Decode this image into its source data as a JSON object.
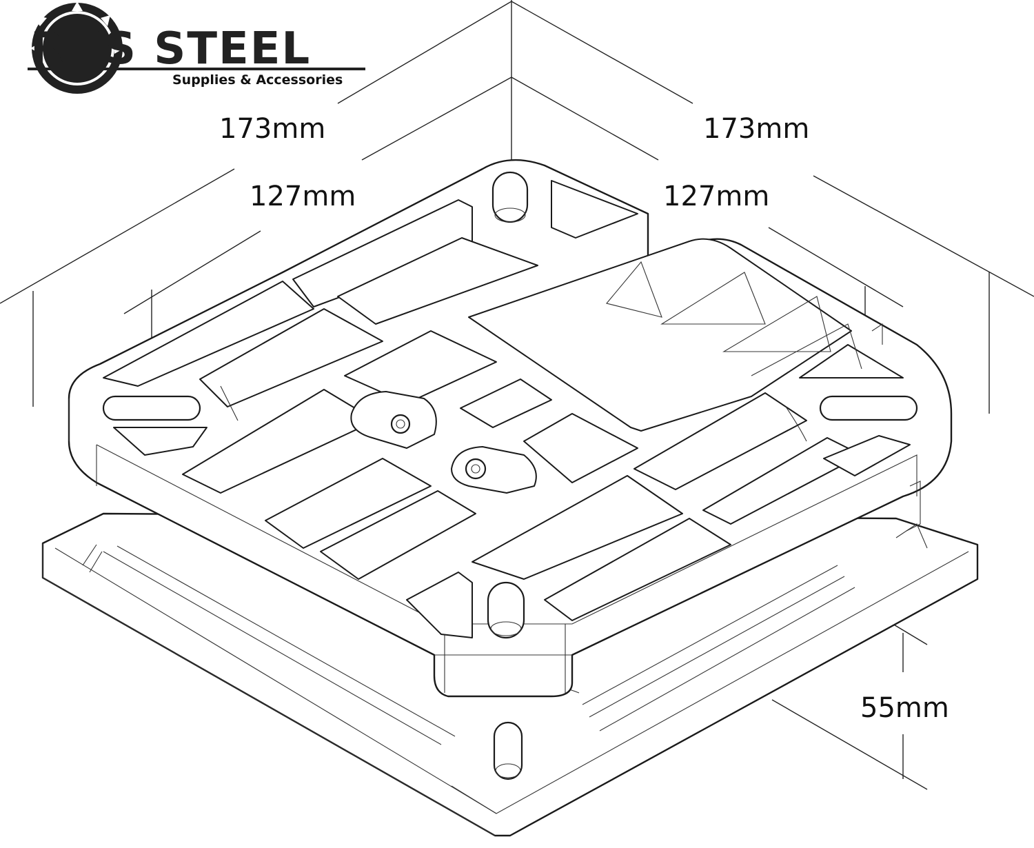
{
  "logo": {
    "title": "RHS STEEL",
    "subtitle": "Supplies & Accessories"
  },
  "dimensions": {
    "left_outer": "173mm",
    "right_outer": "173mm",
    "left_inner": "127mm",
    "right_inner": "127mm",
    "height": "55mm"
  }
}
